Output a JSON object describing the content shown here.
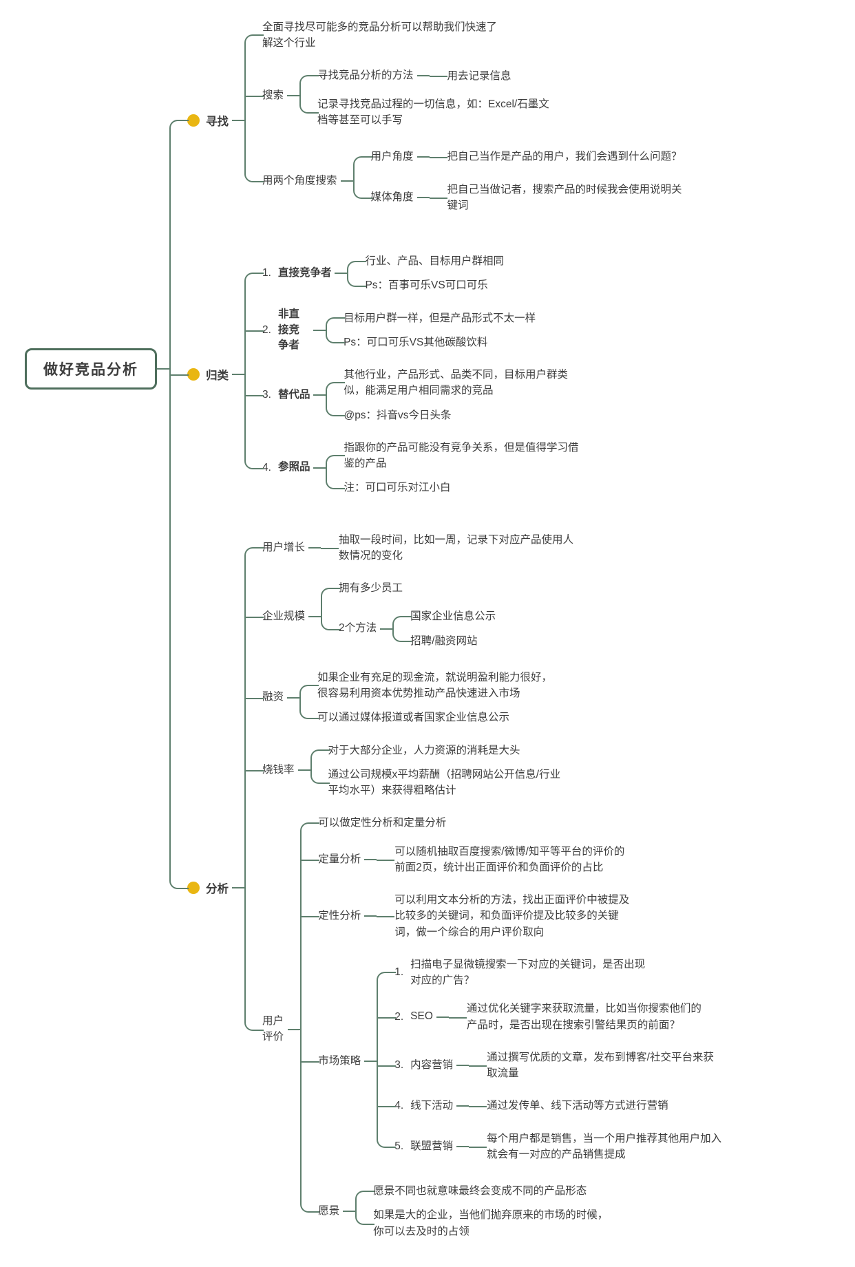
{
  "colors": {
    "line": "#5e7f6d",
    "dot": "#e9b612",
    "root-border": "#4e6e5c",
    "text": "#3d3d3d"
  },
  "root": {
    "label": "做好竞品分析",
    "marker_icon": "rounded-rect-border"
  },
  "branches": [
    {
      "label": "寻找",
      "marker_icon": "yellow-dot",
      "children": [
        {
          "text": "全面寻找尽可能多的竞品分析可以帮助我们快速了解这个行业"
        },
        {
          "label": "搜索",
          "children": [
            {
              "label": "寻找竞品分析的方法",
              "children": [
                {
                  "text": "用去记录信息"
                }
              ]
            },
            {
              "text": "记录寻找竞品过程的一切信息，如：Excel/石墨文档等甚至可以手写"
            }
          ]
        },
        {
          "label": "用两个角度搜索",
          "children": [
            {
              "label": "用户角度",
              "children": [
                {
                  "text": "把自己当作是产品的用户，我们会遇到什么问题？"
                }
              ]
            },
            {
              "label": "媒体角度",
              "children": [
                {
                  "text": "把自己当做记者，搜索产品的时候我会使用说明关键词"
                }
              ]
            }
          ]
        }
      ]
    },
    {
      "label": "归类",
      "marker_icon": "yellow-dot",
      "children": [
        {
          "num": "1.",
          "label": "直接竞争者",
          "children": [
            {
              "text": "行业、产品、目标用户群相同"
            },
            {
              "text": "Ps：百事可乐VS可口可乐"
            }
          ]
        },
        {
          "num": "2.",
          "label": "非直接竞争者",
          "children": [
            {
              "text": "目标用户群一样，但是产品形式不太一样"
            },
            {
              "text": "Ps：可口可乐VS其他碳酸饮料"
            }
          ]
        },
        {
          "num": "3.",
          "label": "替代品",
          "children": [
            {
              "text": "其他行业，产品形式、品类不同，目标用户群类似，能满足用户相同需求的竞品"
            },
            {
              "text": "@ps：抖音vs今日头条"
            }
          ]
        },
        {
          "num": "4.",
          "label": "参照品",
          "children": [
            {
              "text": "指跟你的产品可能没有竞争关系，但是值得学习借鉴的产品"
            },
            {
              "text": "注：可口可乐对江小白"
            }
          ]
        }
      ]
    },
    {
      "label": "分析",
      "marker_icon": "yellow-dot",
      "children": [
        {
          "label": "用户增长",
          "children": [
            {
              "text": "抽取一段时间，比如一周，记录下对应产品使用人数情况的变化"
            }
          ]
        },
        {
          "label": "企业规模",
          "children": [
            {
              "text": "拥有多少员工"
            },
            {
              "label": "2个方法",
              "children": [
                {
                  "text": "国家企业信息公示"
                },
                {
                  "text": "招聘/融资网站"
                }
              ]
            }
          ]
        },
        {
          "label": "融资",
          "children": [
            {
              "text": "如果企业有充足的现金流，就说明盈利能力很好，很容易利用资本优势推动产品快速进入市场"
            },
            {
              "text": "可以通过媒体报道或者国家企业信息公示"
            }
          ]
        },
        {
          "label": "烧钱率",
          "children": [
            {
              "text": "对于大部分企业，人力资源的消耗是大头"
            },
            {
              "text": "通过公司规模x平均薪酬（招聘网站公开信息/行业平均水平）来获得粗略估计"
            }
          ]
        },
        {
          "label": "用户评价",
          "children": [
            {
              "text": "可以做定性分析和定量分析"
            },
            {
              "label": "定量分析",
              "children": [
                {
                  "text": "可以随机抽取百度搜索/微博/知平等平台的评价的前面2页，统计出正面评价和负面评价的占比"
                }
              ]
            },
            {
              "label": "定性分析",
              "children": [
                {
                  "text": "可以利用文本分析的方法，找出正面评价中被提及比较多的关键词，和负面评价提及比较多的关键词，做一个综合的用户评价取向"
                }
              ]
            },
            {
              "label": "市场策略",
              "children": [
                {
                  "num": "1.",
                  "text": "扫描电子显微镜搜索一下对应的关键词，是否出现对应的广告？"
                },
                {
                  "num": "2.",
                  "label": "SEO",
                  "children": [
                    {
                      "text": "通过优化关键字来获取流量，比如当你搜索他们的产品时，是否出现在搜索引警结果页的前面？"
                    }
                  ]
                },
                {
                  "num": "3.",
                  "label": "内容营销",
                  "children": [
                    {
                      "text": "通过撰写优质的文章，发布到博客/社交平台来获取流量"
                    }
                  ]
                },
                {
                  "num": "4.",
                  "label": "线下活动",
                  "children": [
                    {
                      "text": "通过发传单、线下活动等方式进行营销"
                    }
                  ]
                },
                {
                  "num": "5.",
                  "label": "联盟营销",
                  "children": [
                    {
                      "text": "每个用户都是销售，当一个用户推荐其他用户加入就会有一对应的产品销售提成"
                    }
                  ]
                }
              ]
            },
            {
              "label": "愿景",
              "children": [
                {
                  "text": "愿景不同也就意味最终会变成不同的产品形态"
                },
                {
                  "text": "如果是大的企业，当他们抛弃原来的市场的时候，你可以去及时的占领"
                }
              ]
            }
          ]
        }
      ]
    }
  ]
}
